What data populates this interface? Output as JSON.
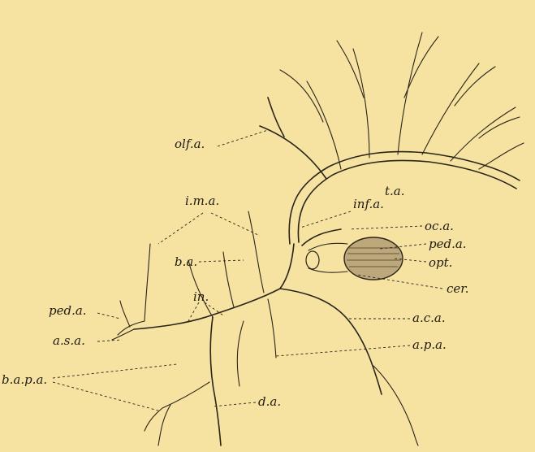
{
  "colors": {
    "background": "#f6e3a2",
    "ink": "#2a2418"
  },
  "labels": {
    "olf_a": "olf.a.",
    "t_a": "t.a.",
    "i_m_a": "i.m.a.",
    "inf_a": "inf.a.",
    "oc_a": "oc.a.",
    "ped_a_right": "ped.a.",
    "opt": "opt.",
    "b_a": "b.a.",
    "cer": "cer.",
    "in": "in.",
    "ped_a_left": "ped.a.",
    "a_c_a": "a.c.a.",
    "a_s_a": "a.s.a.",
    "a_p_a": "a.p.a.",
    "b_a_p_a": "b.a.p.a.",
    "d_a": "d.a."
  }
}
